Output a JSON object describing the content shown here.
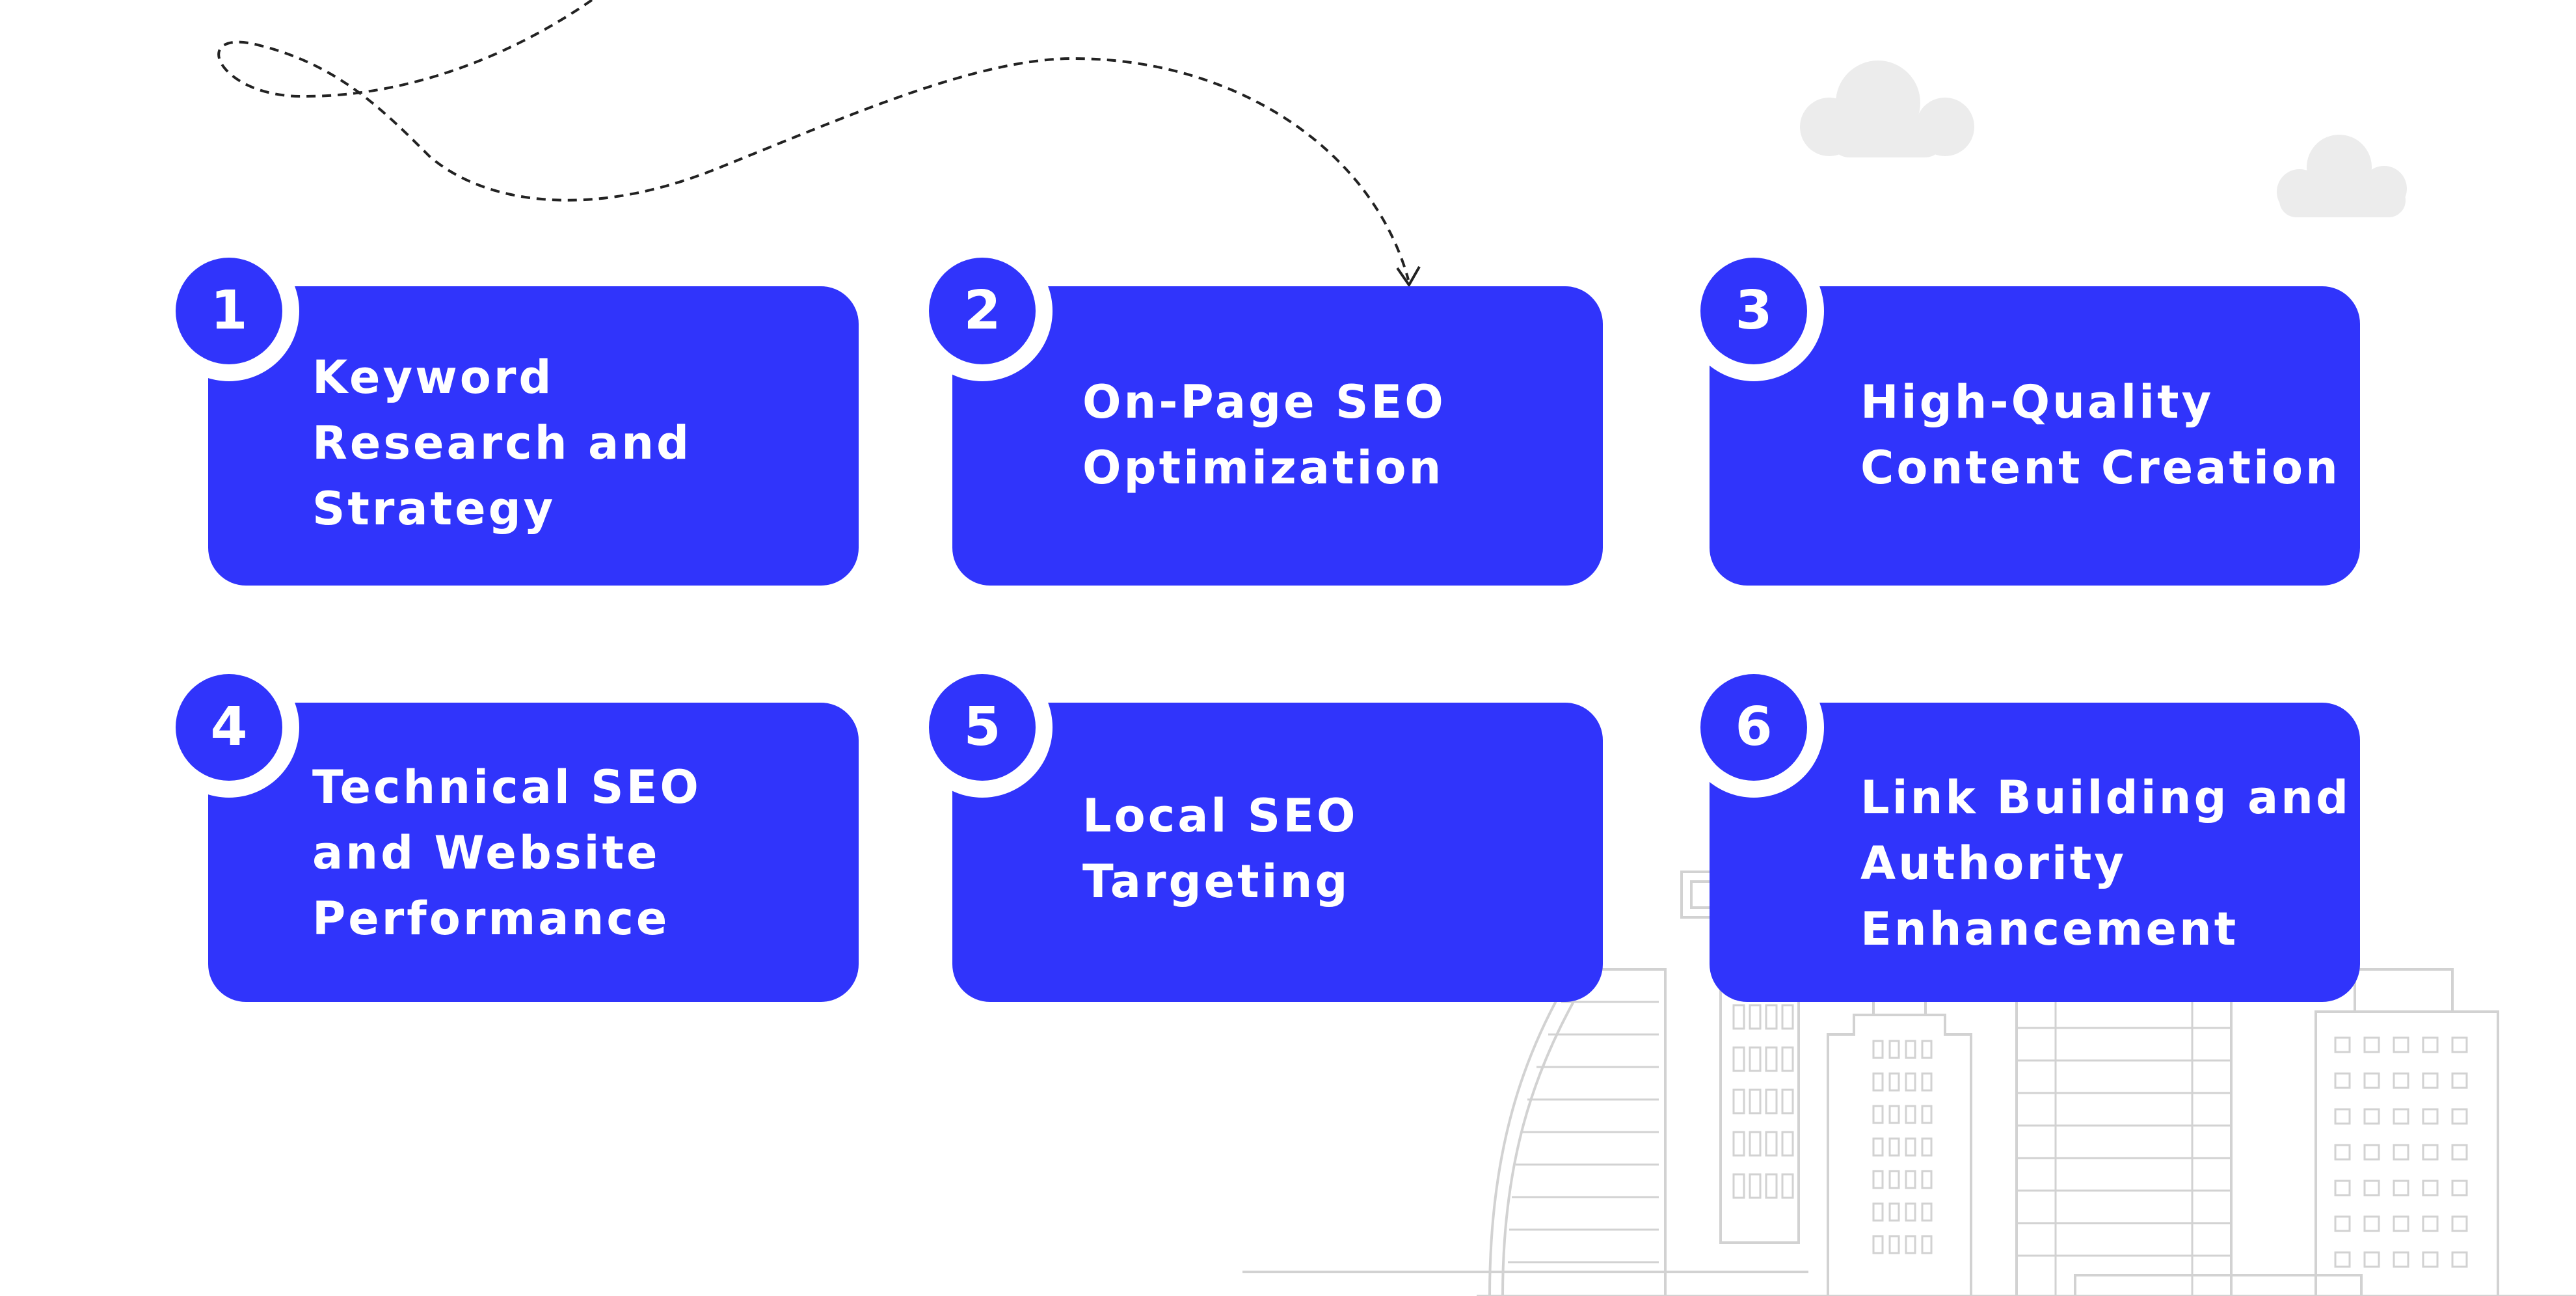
{
  "colors": {
    "card": "#3034fb",
    "text": "#ffffff",
    "line_art": "#d2d2d2",
    "cloud": "#ececec",
    "dash_path": "#222222"
  },
  "steps": [
    {
      "number": "1",
      "label": "Keyword\nResearch and\nStrategy"
    },
    {
      "number": "2",
      "label": "On-Page SEO\nOptimization"
    },
    {
      "number": "3",
      "label": "High-Quality\nContent Creation"
    },
    {
      "number": "4",
      "label": "Technical SEO\nand Website\nPerformance"
    },
    {
      "number": "5",
      "label": "Local SEO\nTargeting"
    },
    {
      "number": "6",
      "label": "Link Building and\nAuthority\nEnhancement"
    }
  ],
  "decorations": {
    "path_icon": "dashed-arrow-path",
    "cloud_icon": "cloud-icon",
    "skyline_icon": "city-skyline-illustration"
  }
}
